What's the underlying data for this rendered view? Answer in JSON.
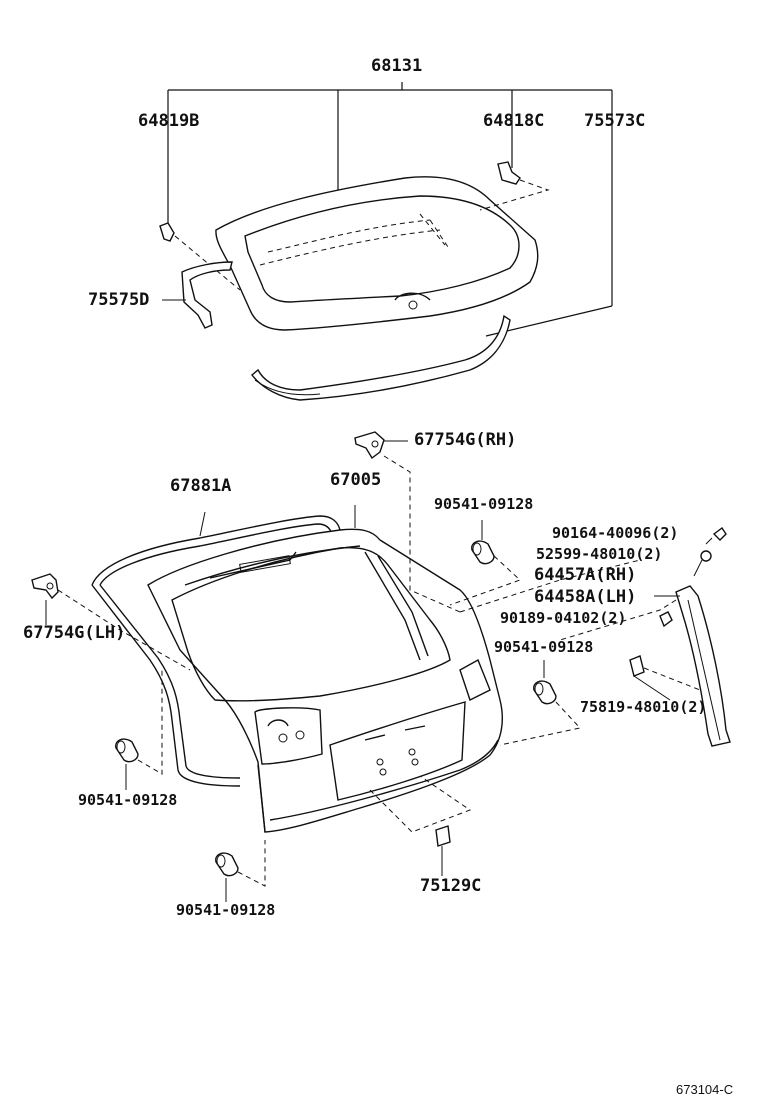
{
  "diagram": {
    "labels": {
      "p68131": "68131",
      "p64819B": "64819B",
      "p64818C": "64818C",
      "p75573C": "75573C",
      "p75575D": "75575D",
      "p67754G_RH": "67754G(RH)",
      "p67881A": "67881A",
      "p67005": "67005",
      "p90541_top": "90541-09128",
      "p90164": "90164-40096(2)",
      "p52599": "52599-48010(2)",
      "p64457A": "64457A(RH)",
      "p64458A": "64458A(LH)",
      "p90189": "90189-04102(2)",
      "p67754G_LH": "67754G(LH)",
      "p90541_mid": "90541-09128",
      "p75819": "75819-48010(2)",
      "p90541_left": "90541-09128",
      "p75129C": "75129C",
      "p90541_bottom": "90541-09128"
    },
    "figure_code": "673104-C"
  }
}
